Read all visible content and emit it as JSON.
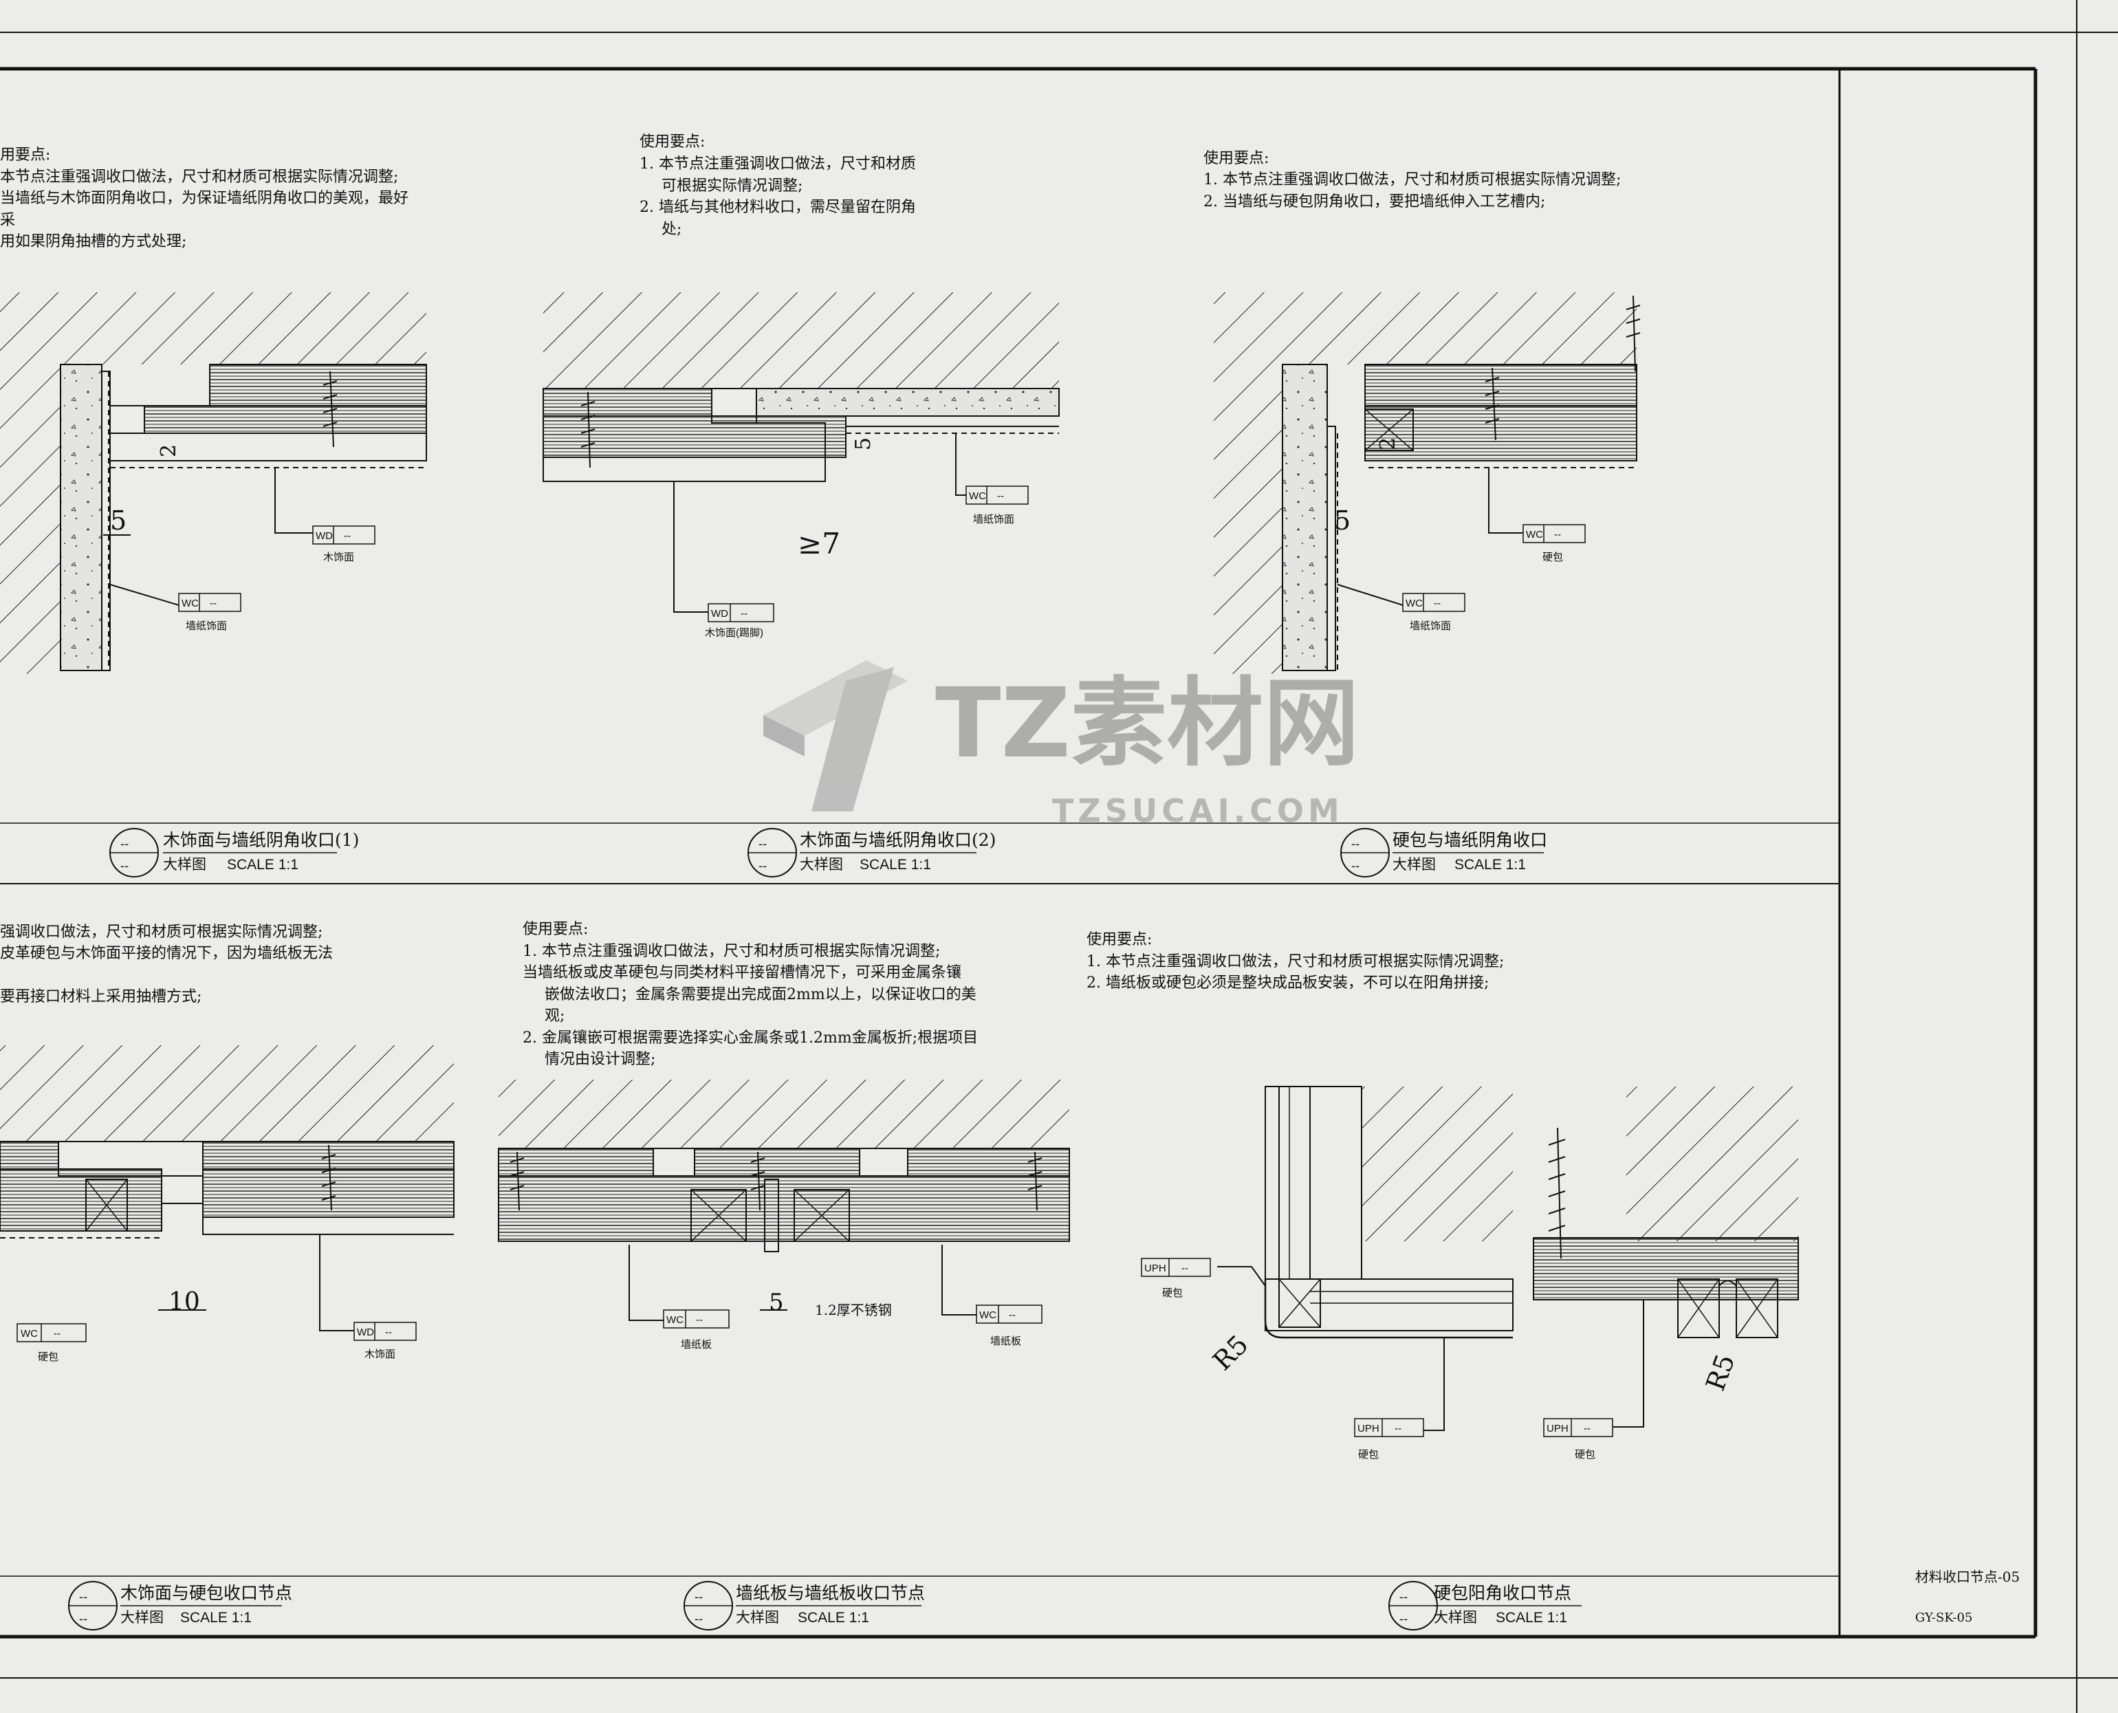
{
  "sheet": {
    "title_block_name": "材料收口节点-05",
    "title_block_code": "GY-SK-05"
  },
  "watermark": {
    "logo_text": "TZ素材网",
    "url_text": "TZSUCAI.COM"
  },
  "details": [
    {
      "notes": [
        "用要点:",
        "本节点注重强调收口做法，尺寸和材质可根据实际情况调整;",
        "当墙纸与木饰面阴角收口，为保证墙纸阴角收口的美观，最好",
        "采",
        "用如果阴角抽槽的方式处理;"
      ],
      "dims": [
        "2",
        "5"
      ],
      "tags": [
        {
          "code": "WD",
          "val": "--",
          "label": "木饰面"
        },
        {
          "code": "WC",
          "val": "--",
          "label": "墙纸饰面"
        }
      ],
      "title": "木饰面与墙纸阴角收口(1)",
      "subtitle_cn": "大样图",
      "subtitle_scale": "SCALE  1:1",
      "bubble": "--"
    },
    {
      "notes": [
        "使用要点:",
        "1.  本节点注重强调收口做法，尺寸和材质",
        "可根据实际情况调整;",
        "2.  墙纸与其他材料收口，需尽量留在阴角",
        "处;"
      ],
      "dims": [
        "5",
        "≥7"
      ],
      "tags": [
        {
          "code": "WC",
          "val": "--",
          "label": "墙纸饰面"
        },
        {
          "code": "WD",
          "val": "--",
          "label": "木饰面(踢脚)"
        }
      ],
      "title": "木饰面与墙纸阴角收口(2)",
      "subtitle_cn": "大样图",
      "subtitle_scale": "SCALE  1:1",
      "bubble": "--"
    },
    {
      "notes": [
        "使用要点:",
        "1.  本节点注重强调收口做法，尺寸和材质可根据实际情况调整;",
        "2.  当墙纸与硬包阴角收口，要把墙纸伸入工艺槽内;"
      ],
      "dims": [
        "2",
        "5"
      ],
      "tags": [
        {
          "code": "WC",
          "val": "--",
          "label": "硬包"
        },
        {
          "code": "WC",
          "val": "--",
          "label": "墙纸饰面"
        }
      ],
      "title": "硬包与墙纸阴角收口",
      "subtitle_cn": "大样图",
      "subtitle_scale": "SCALE  1:1",
      "bubble": "--"
    },
    {
      "notes": [
        "强调收口做法，尺寸和材质可根据实际情况调整;",
        "皮革硬包与木饰面平接的情况下，因为墙纸板无法",
        "",
        "要再接口材料上采用抽槽方式;"
      ],
      "dims": [
        "10"
      ],
      "tags": [
        {
          "code": "WC",
          "val": "--",
          "label": "硬包"
        },
        {
          "code": "WD",
          "val": "--",
          "label": "木饰面"
        }
      ],
      "title": "木饰面与硬包收口节点",
      "subtitle_cn": "大样图",
      "subtitle_scale": "SCALE  1:1",
      "bubble": "--"
    },
    {
      "notes": [
        "使用要点:",
        "1.  本节点注重强调收口做法，尺寸和材质可根据实际情况调整;",
        "当墙纸板或皮革硬包与同类材料平接留槽情况下，可采用金属条镶",
        "嵌做法收口；金属条需要提出完成面2mm以上，以保证收口的美",
        "观;",
        "2.  金属镶嵌可根据需要选择实心金属条或1.2mm金属板折;根据项目",
        "情况由设计调整;"
      ],
      "dims": [
        "5",
        "1.2厚不锈钢"
      ],
      "tags": [
        {
          "code": "WC",
          "val": "--",
          "label": "墙纸板"
        },
        {
          "code": "WC",
          "val": "--",
          "label": "墙纸板"
        }
      ],
      "title": "墙纸板与墙纸板收口节点",
      "subtitle_cn": "大样图",
      "subtitle_scale": "SCALE  1:1",
      "bubble": "--"
    },
    {
      "notes": [
        "使用要点:",
        "1.  本节点注重强调收口做法，尺寸和材质可根据实际情况调整;",
        "2.  墙纸板或硬包必须是整块成品板安装，不可以在阳角拼接;"
      ],
      "dims": [
        "R5",
        "R5"
      ],
      "tags": [
        {
          "code": "UPH",
          "val": "--",
          "label": "硬包"
        },
        {
          "code": "UPH",
          "val": "--",
          "label": "硬包"
        },
        {
          "code": "UPH",
          "val": "--",
          "label": "硬包"
        }
      ],
      "title": "硬包阳角收口节点",
      "subtitle_cn": "大样图",
      "subtitle_scale": "SCALE  1:1",
      "bubble": "--"
    }
  ]
}
